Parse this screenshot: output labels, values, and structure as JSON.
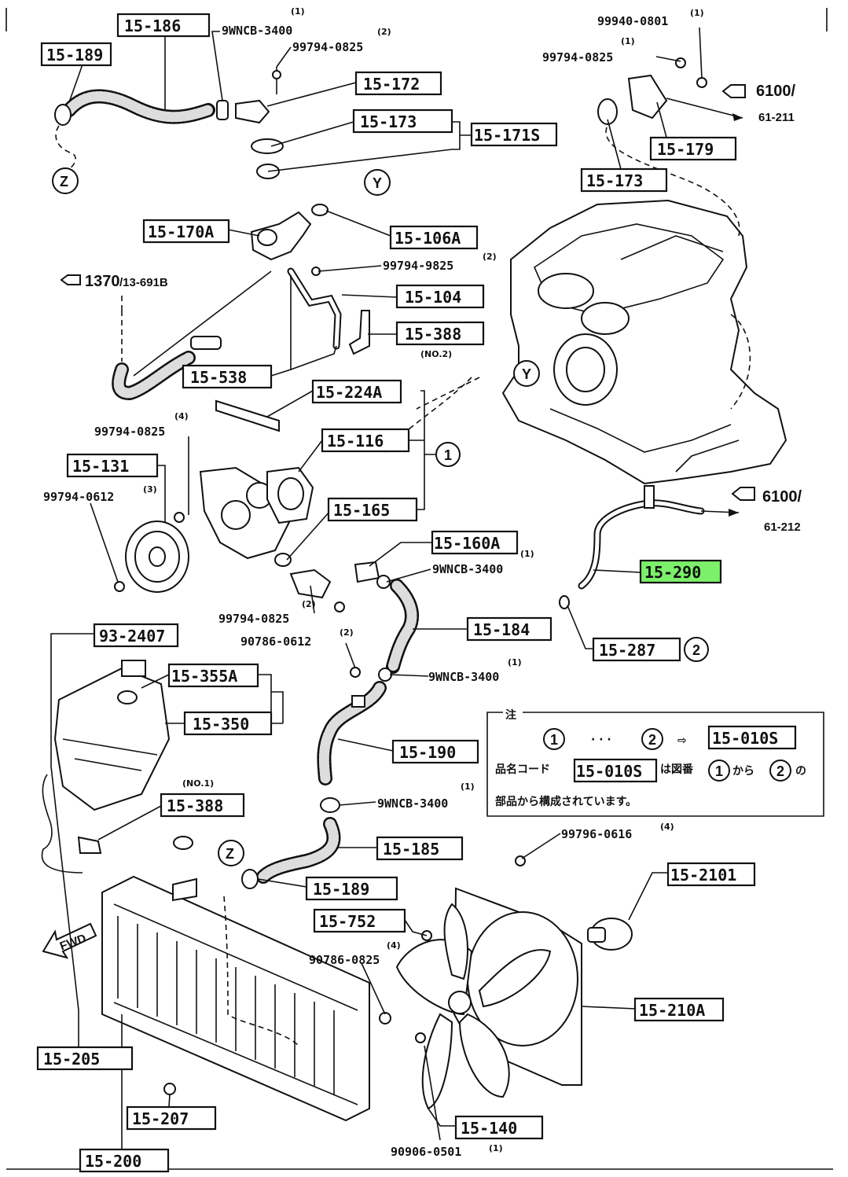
{
  "labels": {
    "l15_186": "15-186",
    "l15_189a": "15-189",
    "l9wncb_top": "9WNCB-3400",
    "l9wncb_top_q": "(1)",
    "l99794_0825_a": "99794-0825",
    "l99794_0825_a_q": "(2)",
    "l15_172": "15-172",
    "l15_173a": "15-173",
    "l15_171s": "15-171S",
    "l99940": "99940-0801",
    "l99940_q": "(1)",
    "l99794_0825_b": "99794-0825",
    "l99794_0825_b_q": "(1)",
    "l15_179": "15-179",
    "l15_173b": "15-173",
    "l15_170a": "15-170A",
    "l15_106a": "15-106A",
    "l99794_9825": "99794-9825",
    "l99794_9825_q": "(2)",
    "l15_104": "15-104",
    "l15_388a": "15-388",
    "l15_388a_sub": "(NO.2)",
    "l15_538": "15-538",
    "l15_224a": "15-224A",
    "l15_116": "15-116",
    "l99794_0825_c": "99794-0825",
    "l99794_0825_c_q": "(4)",
    "l15_131": "15-131",
    "l99794_0612": "99794-0612",
    "l99794_0612_q": "(3)",
    "l15_165": "15-165",
    "l15_160a": "15-160A",
    "l9wncb_mid": "9WNCB-3400",
    "l9wncb_mid_q": "(1)",
    "l99794_0825_d": "99794-0825",
    "l99794_0825_d_q": "(2)",
    "l90786_0612": "90786-0612",
    "l90786_0612_q": "(2)",
    "l15_184": "15-184",
    "l9wncb_low": "9WNCB-3400",
    "l9wncb_low_q": "(1)",
    "l15_290": "15-290",
    "l15_287": "15-287",
    "l93_2407": "93-2407",
    "l15_355a": "15-355A",
    "l15_350": "15-350",
    "l15_190": "15-190",
    "l15_388b": "15-388",
    "l15_388b_sub": "(NO.1)",
    "l9wncb_bot": "9WNCB-3400",
    "l9wncb_bot_q": "(1)",
    "l15_185": "15-185",
    "l99796_0616": "99796-0616",
    "l99796_0616_q": "(4)",
    "l15_2101": "15-2101",
    "l15_189b": "15-189",
    "l15_752": "15-752",
    "l90786_0825": "90786-0825",
    "l90786_0825_q": "(4)",
    "l15_210a": "15-210A",
    "l15_205": "15-205",
    "l15_207": "15-207",
    "l15_200": "15-200",
    "l15_140": "15-140",
    "l90906_0501": "90906-0501",
    "l90906_0501_q": "(1)"
  },
  "refs": {
    "ref6100a": "6100/",
    "ref61_211": "61-211",
    "ref6100b": "6100/",
    "ref61_212": "61-212",
    "ref1370": "1370",
    "ref13_691b": "/13-691B"
  },
  "markers": {
    "z": "Z",
    "y": "Y",
    "one": "1",
    "two": "2",
    "fwd": "FWD"
  },
  "note": {
    "title": "注",
    "line1_dots": "· · ·",
    "line1_arrow": "⇨",
    "line1_code": "15-010S",
    "line2_a": "品名コード",
    "line2_code": "15-010S",
    "line2_b": "は図番",
    "line2_c": "から",
    "line2_d": "の",
    "line3": "部品から構成されています。"
  },
  "colors": {
    "highlight": "#7CF06A",
    "ink": "#111111"
  }
}
